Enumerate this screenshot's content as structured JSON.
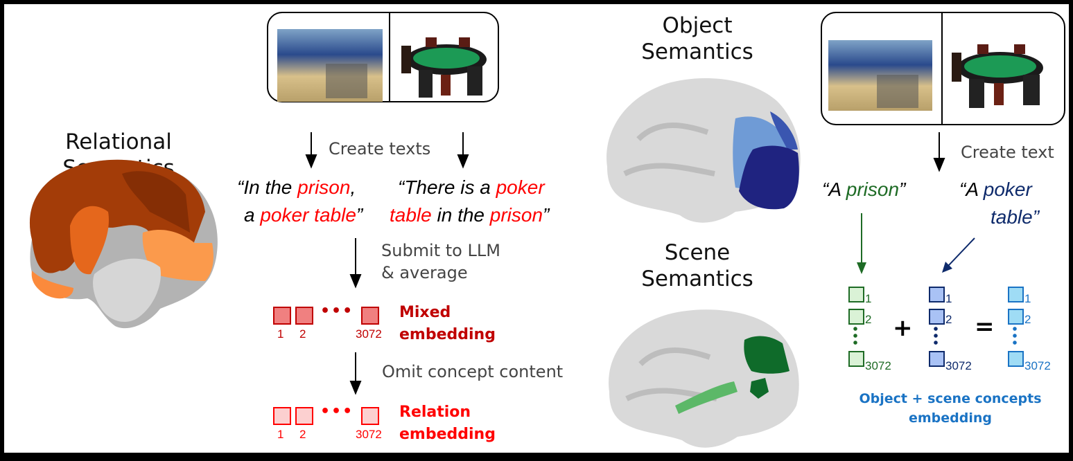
{
  "panels": {
    "relational": {
      "title_line1": "Relational",
      "title_line2": "Semantics",
      "color": "#b84a0e"
    },
    "object": {
      "title_line1": "Object",
      "title_line2": "Semantics",
      "color": "#1d2580"
    },
    "scene": {
      "title_line1": "Scene",
      "title_line2": "Semantics",
      "color": "#0f6b2a"
    }
  },
  "left_flow": {
    "images": [
      {
        "name": "prison-photo",
        "label": "prison"
      },
      {
        "name": "poker-table-photo",
        "label": "poker table"
      }
    ],
    "step_create": "Create texts",
    "sentence1": {
      "part1": "“In the ",
      "part2": "prison",
      "part3": ",",
      "part4": "a ",
      "part5": "poker table",
      "part6": "”"
    },
    "sentence2": {
      "part1": "“There is a ",
      "part2": "poker",
      "part3": "table",
      "part4": " in the ",
      "part5": "prison",
      "part6": "”"
    },
    "step_submit_line1": "Submit to LLM",
    "step_submit_line2": "& average",
    "mixed": {
      "label_line1": "Mixed",
      "label_line2": "embedding",
      "idx": [
        "1",
        "2",
        "3072"
      ],
      "color": "#c00000"
    },
    "step_omit": "Omit concept content",
    "relation": {
      "label_line1": "Relation",
      "label_line2": "embedding",
      "idx": [
        "1",
        "2",
        "3072"
      ],
      "color": "#ff0000"
    }
  },
  "right_flow": {
    "step_create": "Create text",
    "quote_prison": {
      "part1": "“A ",
      "part2": "prison",
      "part3": "”"
    },
    "quote_poker": {
      "part1": "“A ",
      "part2": "poker",
      "part3": "table",
      "part4": "”"
    },
    "vec_scene_idx": [
      "1",
      "2",
      "3072"
    ],
    "vec_object_idx": [
      "1",
      "2",
      "3072"
    ],
    "vec_sum_idx": [
      "1",
      "2",
      "3072"
    ],
    "plus": "+",
    "equals": "=",
    "result_line1": "Object + scene concepts",
    "result_line2": "embedding",
    "colors": {
      "scene": "#1e6b25",
      "object": "#0e2a6b",
      "sum": "#1a73c4"
    }
  }
}
